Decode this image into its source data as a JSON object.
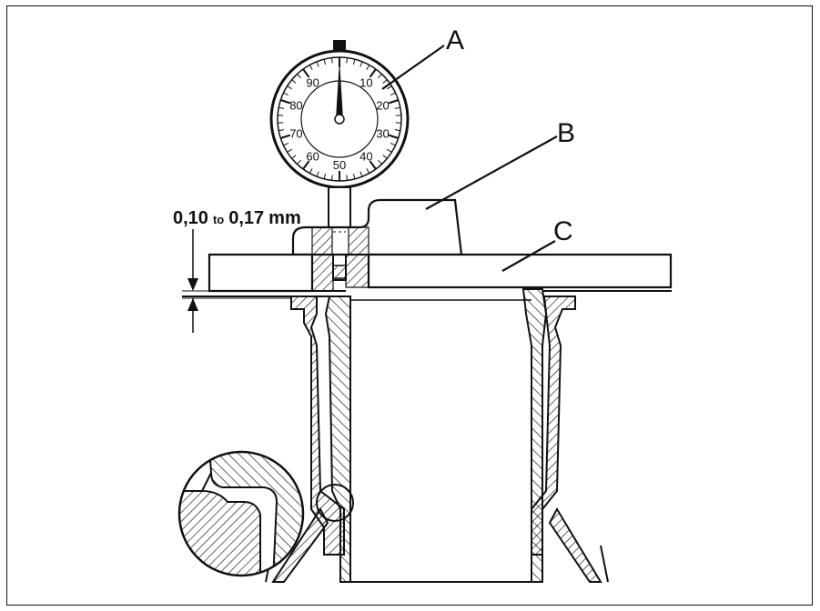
{
  "labels": {
    "a": "A",
    "b": "B",
    "c": "C"
  },
  "dimension": {
    "low": "0,10",
    "sep": "to",
    "high": "0,17",
    "unit": "mm"
  },
  "dial": {
    "ticks": [
      "10",
      "20",
      "30",
      "40",
      "50",
      "60",
      "70",
      "80",
      "90"
    ]
  }
}
